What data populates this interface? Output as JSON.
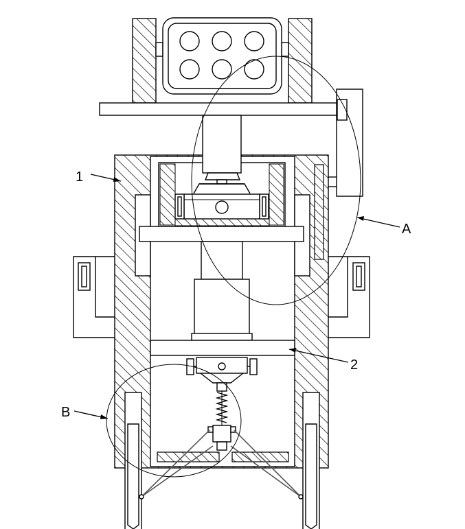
{
  "labels": {
    "part1": "1",
    "part2": "2",
    "detail_a": "A",
    "detail_b": "B"
  },
  "colors": {
    "line": "#000000",
    "background": "#ffffff"
  }
}
